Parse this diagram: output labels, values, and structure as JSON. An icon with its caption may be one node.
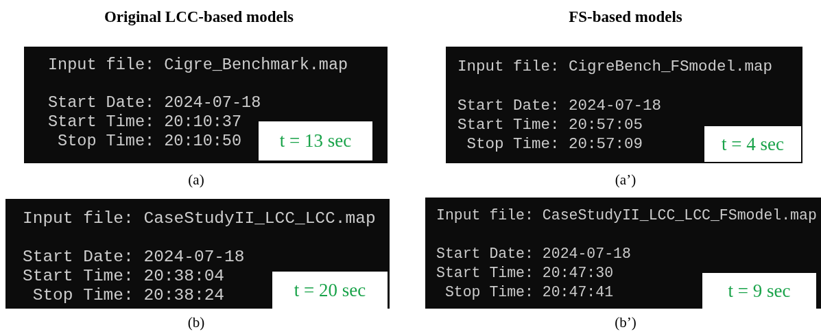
{
  "diagram": {
    "nodes": [
      {
        "text": [
          "Input file: Cigre_Benchmark.map",
          "Start Date: 2024-07-18",
          "Start Time: 20:10:37",
          "Stop Time: 20:10:50"
        ],
        "beside": [
          "(a)"
        ]
      },
      {
        "text": [
          "t = 13 sec"
        ],
        "in": 0
      },
      {
        "text": [
          "Input file: CigreBench_FSmodel.map",
          "Start Date: 2024-07-18",
          "Start Time: 20:57:05",
          "Stop Time: 20:57:09"
        ],
        "beside": [
          "(a’)"
        ]
      },
      {
        "text": [
          "t = 4 sec"
        ],
        "in": 2
      },
      {
        "text": [
          "Input file: CaseStudyII_LCC_LCC.map",
          "Start Date: 2024-07-18",
          "Start Time: 20:38:04",
          "Stop Time: 20:38:24"
        ],
        "beside": [
          "(b)"
        ]
      },
      {
        "text": [
          "t = 20 sec"
        ],
        "in": 4
      },
      {
        "text": [
          "Input file: CaseStudyII_LCC_LCC_FSmodel.map",
          "Start Date: 2024-07-18",
          "Start Time: 20:47:30",
          "Stop Time: 20:47:41"
        ],
        "beside": [
          "(b’)"
        ]
      },
      {
        "text": [
          "t = 9 sec"
        ],
        "in": 6
      }
    ],
    "edges": [],
    "labels": [
      "Original LCC-based models",
      "FS-based models"
    ]
  }
}
